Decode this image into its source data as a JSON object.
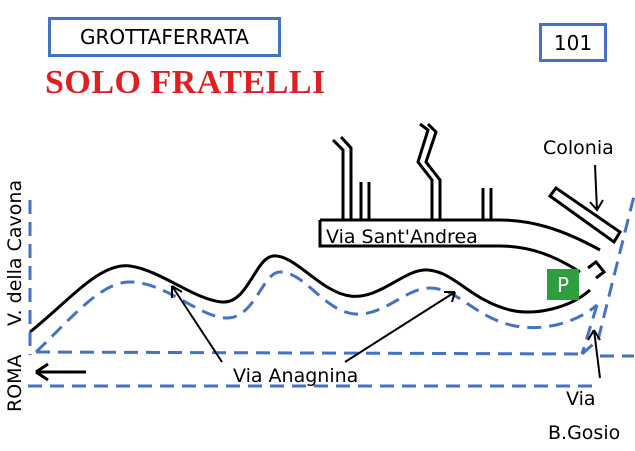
{
  "header": {
    "town": "GROTTAFERRATA",
    "route_number": "101",
    "banner": "SOLO FRATELLI"
  },
  "labels": {
    "via_sant_andrea": "Via Sant'Andrea",
    "colonia": "Colonia",
    "via_anagnina": "Via Anagnina",
    "via_b_gosio_line1": "Via",
    "via_b_gosio_line2": "B.Gosio",
    "v_della_cavona": "V. della Cavona",
    "roma": "ROMA",
    "parking": "P"
  },
  "colors": {
    "road_outline": "#000000",
    "route_dashed": "#4472c4",
    "banner_red": "#e02020",
    "parking_green": "#2e9e3e"
  }
}
